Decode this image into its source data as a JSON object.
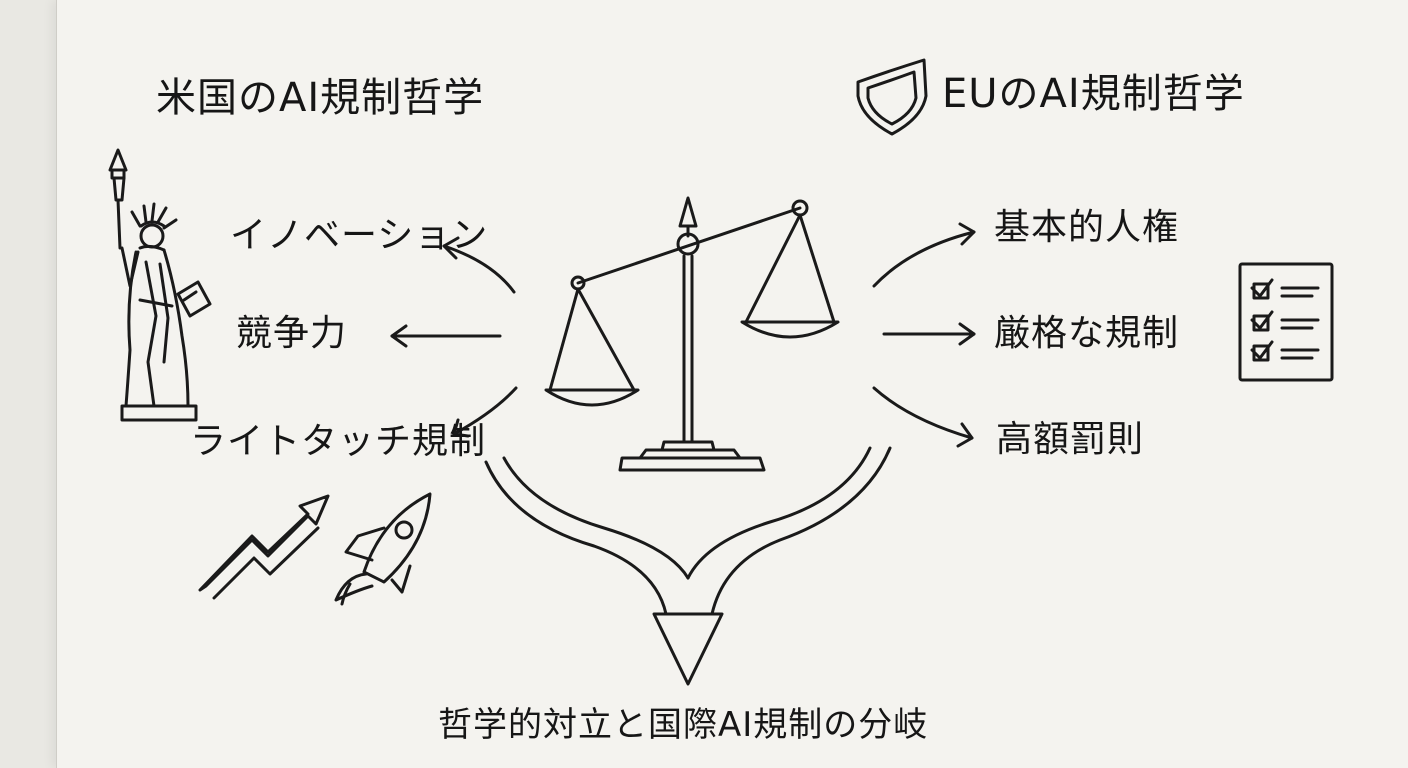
{
  "us": {
    "title": "米国のAI規制哲学",
    "items": [
      "イノベーション",
      "競争力",
      "ライトタッチ規制"
    ]
  },
  "eu": {
    "title": "EUのAI規制哲学",
    "items": [
      "基本的人権",
      "厳格な規制",
      "高額罰則"
    ]
  },
  "caption": "哲学的対立と国際AI規制の分岐"
}
